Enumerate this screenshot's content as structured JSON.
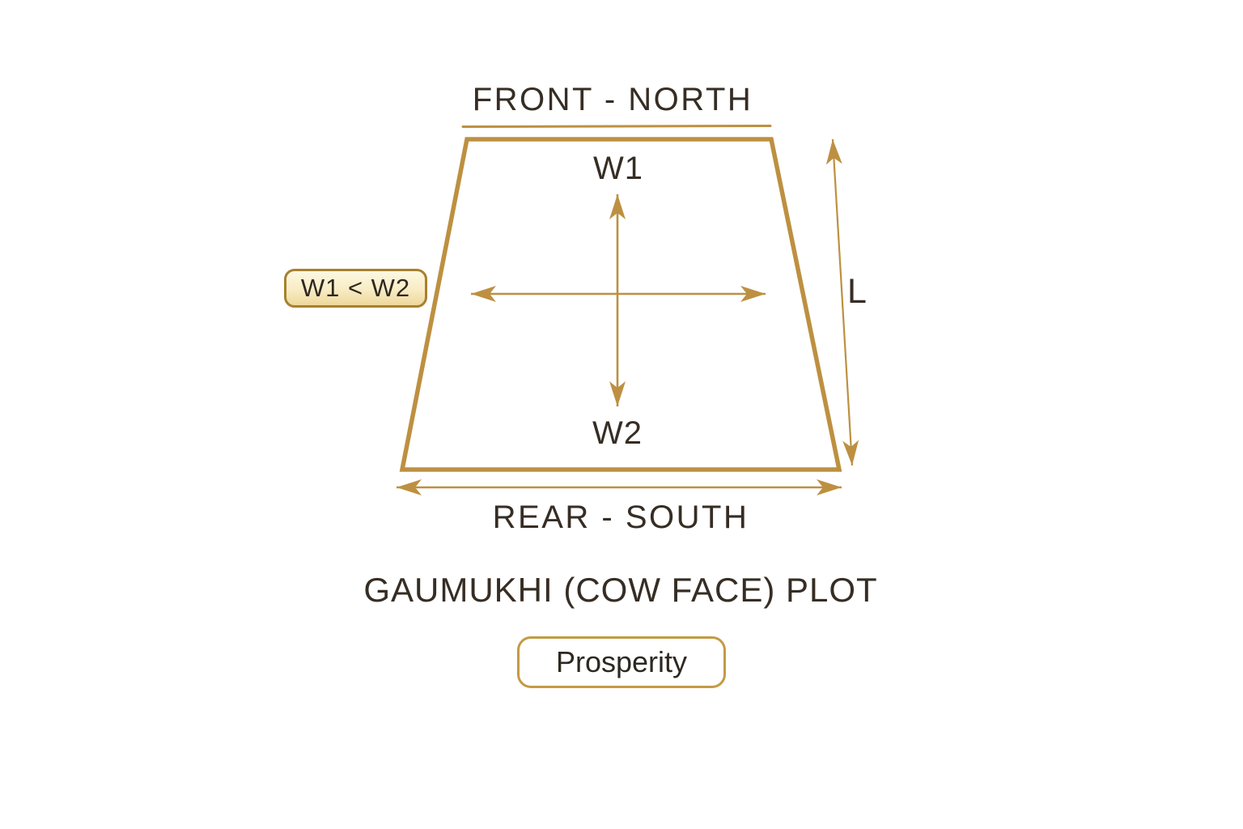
{
  "diagram": {
    "front_label": "FRONT - NORTH",
    "w1_label": "W1",
    "w2_label": "W2",
    "condition_badge_label": "W1 < W2",
    "length_label": "L",
    "rear_label": "REAR - SOUTH",
    "title": "GAUMUKHI (COW FACE) PLOT",
    "benefit_badge_label": "Prosperity",
    "colors": {
      "gold": "#bd9041",
      "gold_dark": "#a8802f",
      "badge_fill": "#f8ecc4",
      "text": "#362d24",
      "plot_fill": "#ffffff"
    }
  }
}
